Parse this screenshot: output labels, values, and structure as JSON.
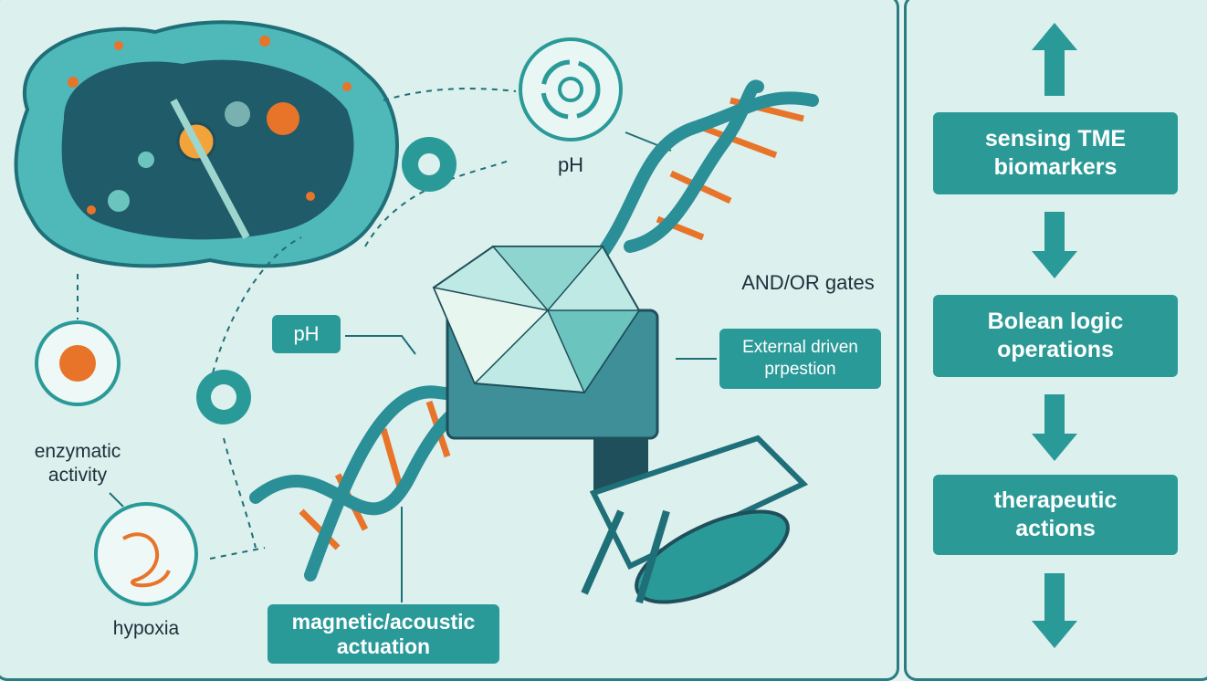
{
  "left_panel": {
    "labels": {
      "ph_top": "pH",
      "ph_box": "pH",
      "and_or": "AND/OR gates",
      "external": "External driven prpestion",
      "enzymatic_line1": "enzymatic",
      "enzymatic_line2": "activity",
      "hypoxia": "hypoxia",
      "magnetic": "magnetic/acoustic actuation"
    }
  },
  "right_panel": {
    "steps": [
      {
        "label": "sensing TME biomarkers"
      },
      {
        "label": "Bolean logic operations"
      },
      {
        "label": "therapeutic actions"
      }
    ]
  },
  "colors": {
    "teal": "#2a9a98",
    "dark_teal": "#1f6f78",
    "orange": "#e8742a",
    "bg": "#dcf0ee"
  }
}
